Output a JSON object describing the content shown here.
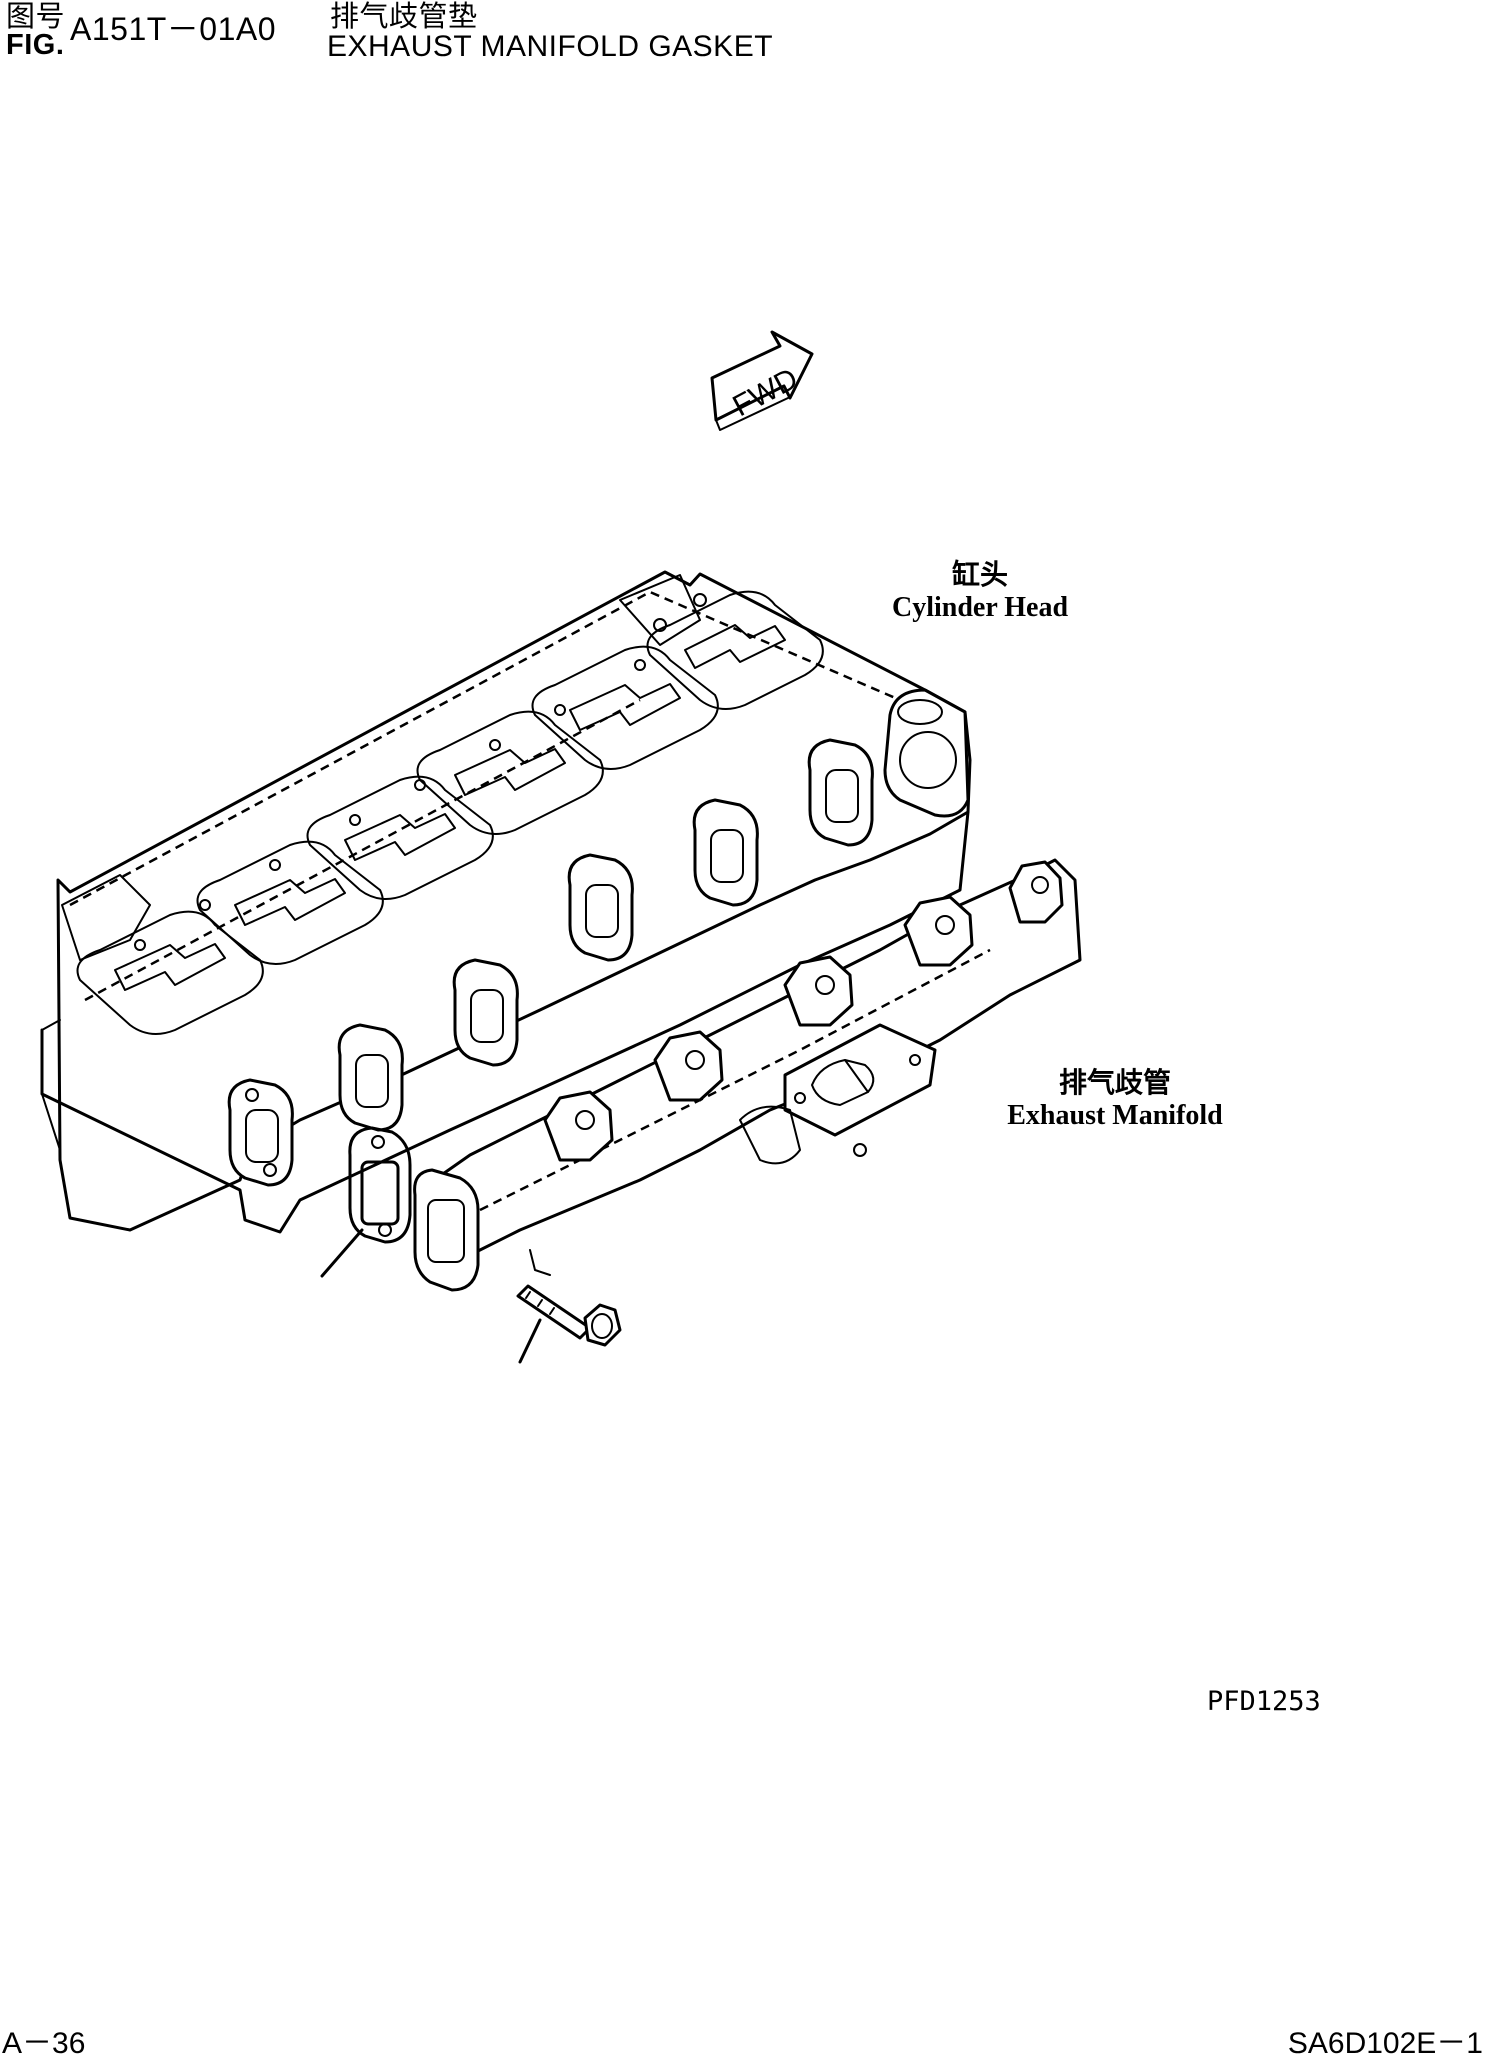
{
  "header": {
    "fig_label_cn": "图号",
    "fig_label_en": "FIG.",
    "fig_number": "A151T－01A0",
    "title_cn": "排气歧管垫",
    "title_en": "EXHAUST MANIFOLD GASKET"
  },
  "fwd_marker": {
    "text": "FWD"
  },
  "callouts": {
    "cylinder_head": {
      "cn": "缸头",
      "en": "Cylinder Head"
    },
    "exhaust_manifold": {
      "cn": "排气歧管",
      "en": "Exhaust Manifold"
    }
  },
  "footer": {
    "drawing_code": "PFD1253",
    "page_number": "A－36",
    "model_code": "SA6D102E－1"
  }
}
